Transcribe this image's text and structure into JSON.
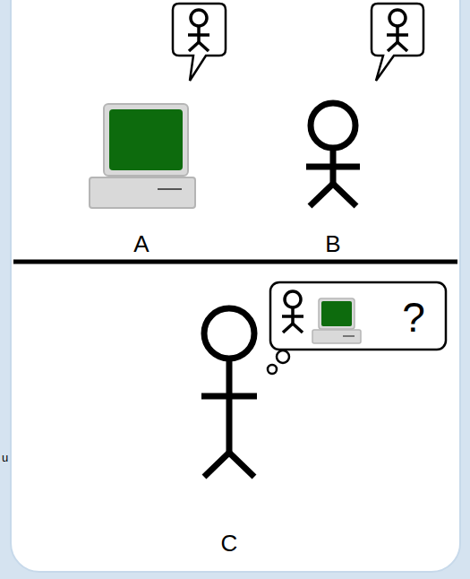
{
  "diagram": {
    "labels": [
      "A",
      "B",
      "C",
      "?",
      "u"
    ]
  }
}
